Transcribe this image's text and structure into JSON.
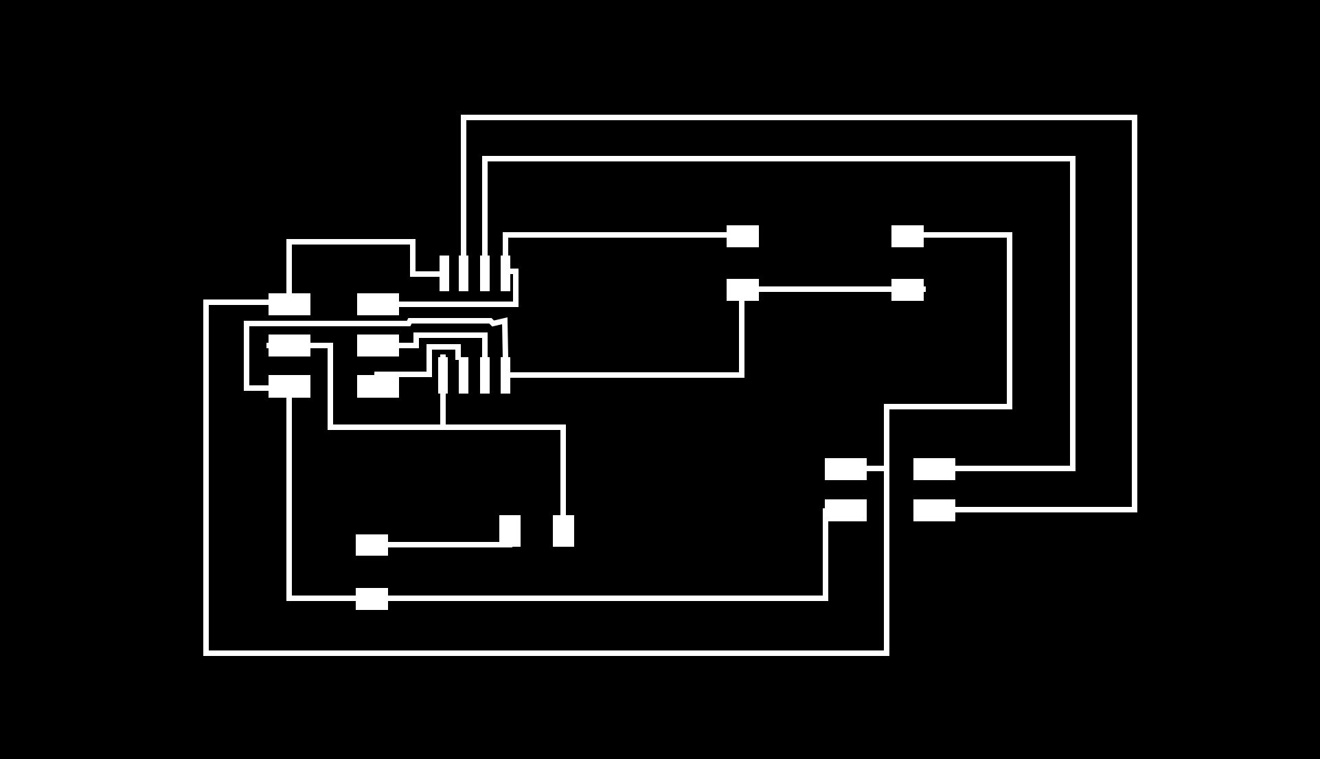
{
  "canvas": {
    "background": "#000000",
    "copper_color": "#ffffff"
  },
  "board": {
    "layer": "copper traces",
    "components": [
      {
        "id": "ic-top",
        "kind": "soic-4-pin-row"
      },
      {
        "id": "ic-bottom",
        "kind": "soic-4-pin-row"
      },
      {
        "id": "resistor-array-left",
        "kind": "2x3-smd-pads"
      },
      {
        "id": "jumper-mid",
        "kind": "2-pad-vertical"
      },
      {
        "id": "cap-pair-top-right",
        "kind": "4-smd-pads"
      },
      {
        "id": "connector-right",
        "kind": "2x2-smd-pads"
      },
      {
        "id": "bottom-pads",
        "kind": "smd-pads"
      }
    ]
  }
}
